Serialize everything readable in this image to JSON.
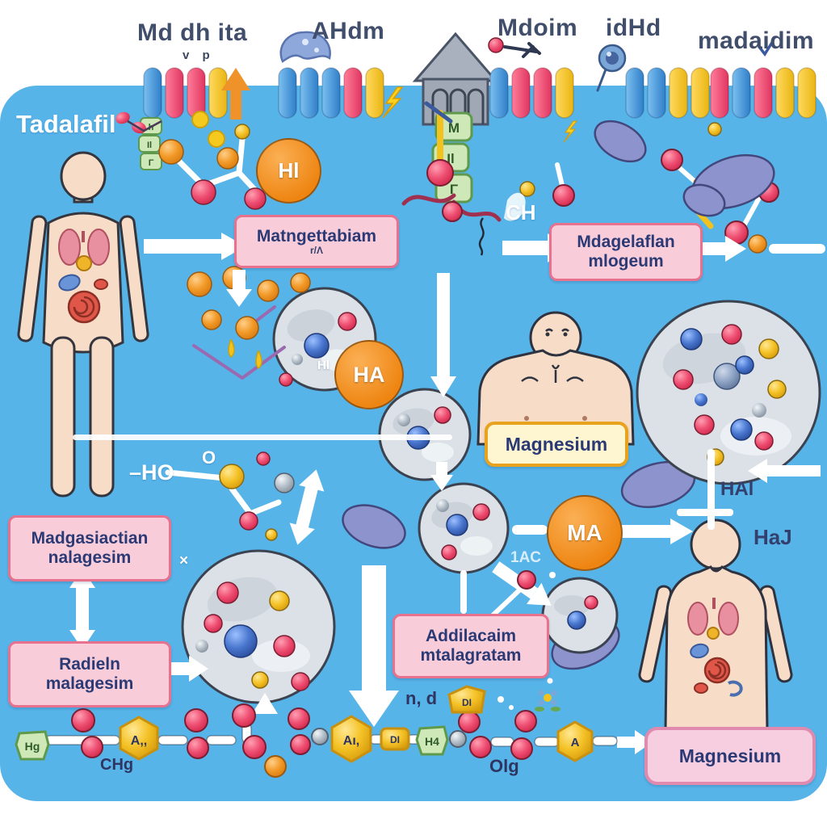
{
  "header": {
    "labels": [
      "Md dh ita",
      "AHdm",
      "Mdoim",
      "idHd",
      "madaidim"
    ],
    "mark": "v p"
  },
  "title": "Tadalafil",
  "boxes": {
    "met1": {
      "line1": "Matngettabiam",
      "line2": "r/Λ"
    },
    "met2": {
      "line1": "Mdagelaflan",
      "line2": "mlogeum"
    },
    "mid_magnesium": {
      "label": "Magnesium"
    },
    "met3": {
      "line1": "Madgasiactian",
      "line2": "nalagesim"
    },
    "met4": {
      "line1": "Radieln",
      "line2": "malagesim"
    },
    "met5": {
      "line1": "Addilacaim",
      "line2": "mtalagratam"
    },
    "bottom_magnesium": {
      "label": "Magnesium"
    }
  },
  "nodes": {
    "hl": "Hl",
    "ha": "HA",
    "ma": "MA"
  },
  "annotations": {
    "ch": "CH",
    "ho": "–HO",
    "o": "O",
    "hl_small": "Hl",
    "x_mark": "×",
    "ac": "1AC",
    "hal": "HAl",
    "haj": "HaJ",
    "nd": "n, d",
    "olg": "Olg",
    "chg": "CHg"
  },
  "chain": {
    "shield1": "Hg",
    "hex1": "A,,",
    "hex2": "Aı,",
    "di_box": "DI",
    "shield2": "H4",
    "di_pent": "DI",
    "hex3": "A"
  },
  "badges": {
    "small": [
      "h",
      "Il",
      "Γ"
    ],
    "large": [
      "M",
      "Il",
      "Γ"
    ]
  },
  "colors": {
    "background": "#ffffff",
    "panel": "#57b4e9",
    "pink_box_fill": "#f8cdd9",
    "pink_box_border": "#e8718e",
    "yellow_box_fill": "#fdf6d0",
    "yellow_box_border": "#e9a21d",
    "box_text": "#2b3a75",
    "node_orange": "#f08a1e",
    "capsule_blue": "#4a9de2",
    "capsule_pink": "#ee4f75",
    "capsule_yellow": "#f6c91e",
    "arrow_white": "#ffffff"
  }
}
